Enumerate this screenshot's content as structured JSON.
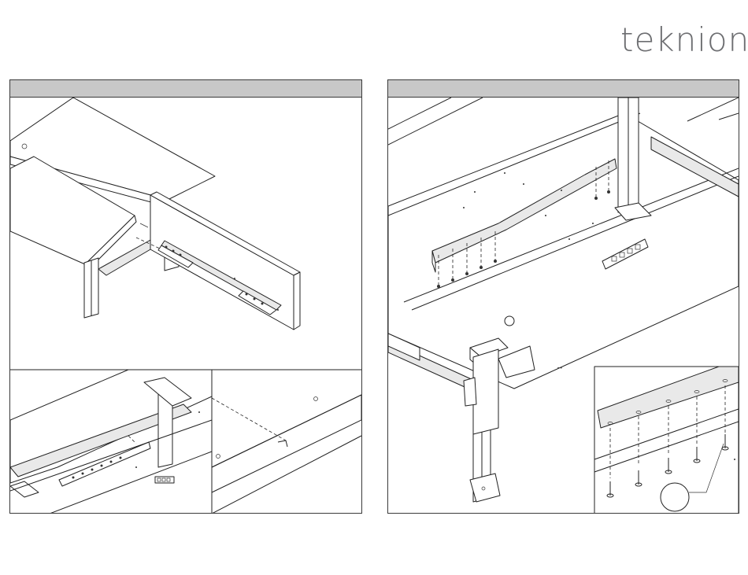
{
  "brand": {
    "logo_text": "teknion"
  },
  "colors": {
    "header_bar": "#c8c8c8",
    "logo_gray": "#6d6e71",
    "line": "#222222"
  },
  "panels": [
    {
      "id": "step-left",
      "header_label": ""
    },
    {
      "id": "step-right",
      "header_label": ""
    }
  ]
}
